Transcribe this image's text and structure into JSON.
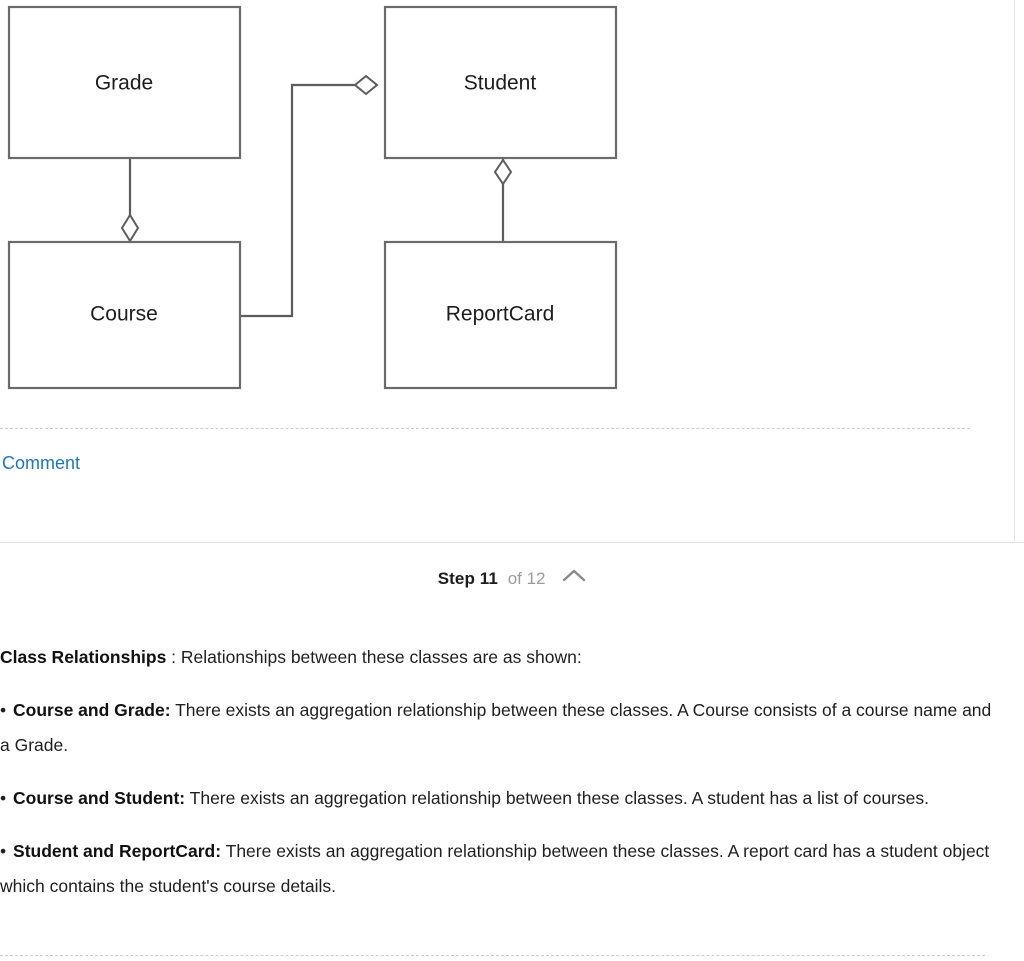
{
  "diagram": {
    "type": "uml-class-diagram",
    "classes": [
      {
        "id": "grade",
        "name": "Grade"
      },
      {
        "id": "student",
        "name": "Student"
      },
      {
        "id": "course",
        "name": "Course"
      },
      {
        "id": "reportcard",
        "name": "ReportCard"
      }
    ],
    "relationships": [
      {
        "from": "Grade",
        "to": "Course",
        "type": "aggregation"
      },
      {
        "from": "Course",
        "to": "Student",
        "type": "aggregation"
      },
      {
        "from": "Student",
        "to": "ReportCard",
        "type": "aggregation"
      }
    ]
  },
  "comment": {
    "label": "Comment",
    "color": "#2077b4"
  },
  "step_header": {
    "step_label": "Step 11",
    "of_label": "of 12",
    "collapse_icon": "chevron-up-icon"
  },
  "step_body": {
    "intro": {
      "term": "Class Relationships",
      "separator": " : ",
      "text": "Relationships between these classes are as shown:"
    },
    "bullets": [
      {
        "marker": "•",
        "term": "Course and Grade:",
        "text": " There exists an aggregation relationship between these classes. A Course consists of a course name and a Grade."
      },
      {
        "marker": "•",
        "term": "Course and Student:",
        "text": " There exists an aggregation relationship between these classes. A student has a list of courses."
      },
      {
        "marker": "•",
        "term": "Student and ReportCard:",
        "text": " There exists an aggregation relationship between these classes. A report card has a student object which contains the student's course details."
      }
    ]
  }
}
